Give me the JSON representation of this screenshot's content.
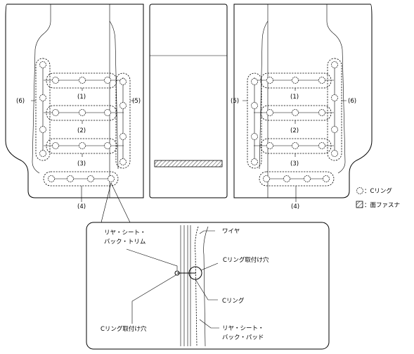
{
  "zones": {
    "z1": "(1)",
    "z2": "(2)",
    "z3": "(3)",
    "z4": "(4)",
    "z5": "(5)",
    "z6": "(6)"
  },
  "legend": {
    "c_ring": "：Cリング",
    "face_fastener": "：面ファスナ"
  },
  "detail": {
    "trim": [
      "リヤ・シート・",
      "バック・トリム"
    ],
    "wire": "ワイヤ",
    "ring_hole_right": "Cリング取付け穴",
    "c_ring": "Cリング",
    "ring_hole_left": "Cリング取付け穴",
    "pad": [
      "リヤ・シート・",
      "バック・パッド"
    ]
  }
}
